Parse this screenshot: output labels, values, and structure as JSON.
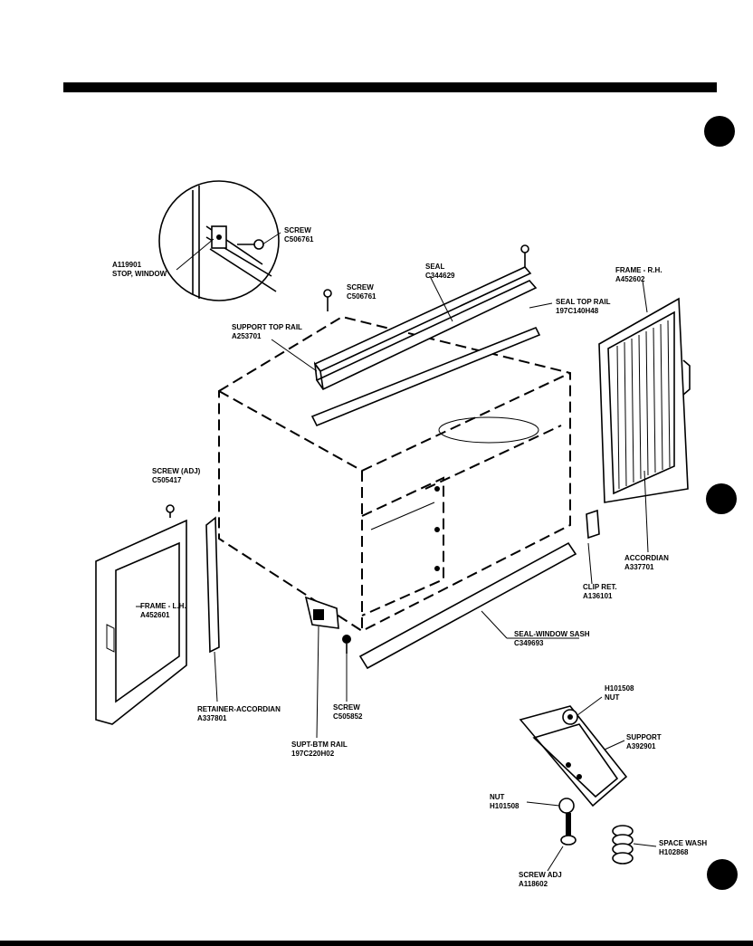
{
  "labels": {
    "a119901_stop_window": [
      "A119901",
      "STOP, WINDOW"
    ],
    "screw_c506761_inset": [
      "SCREW",
      "C506761"
    ],
    "screw_c506761_top": [
      "SCREW",
      "C506761"
    ],
    "seal_c344629": [
      "SEAL",
      "C344629"
    ],
    "seal_top_rail": [
      "SEAL   TOP RAIL",
      "197C140H48"
    ],
    "support_top_rail": [
      "SUPPORT   TOP RAIL",
      "A253701"
    ],
    "frame_rh": [
      "FRAME - R.H.",
      "A452602"
    ],
    "screw_adj_c505417": [
      "SCREW (ADJ)",
      "C505417"
    ],
    "frame_lh": [
      "FRAME - L.H.",
      "A452601"
    ],
    "accordian": [
      "ACCORDIAN",
      "A337701"
    ],
    "clip_ret": [
      "CLIP RET.",
      "A136101"
    ],
    "seal_window_sash": [
      "SEAL-WINDOW SASH",
      "C349693"
    ],
    "retainer_accordian": [
      "RETAINER-ACCORDIAN",
      "A337801"
    ],
    "screw_c505852": [
      "SCREW",
      "C505852"
    ],
    "supt_btm_rail": [
      "SUPT-BTM RAIL",
      "197C220H02"
    ],
    "nut_h101508_top": [
      "H101508",
      "NUT"
    ],
    "support_a392901": [
      "SUPPORT",
      "A392901"
    ],
    "nut_h101508_bottom": [
      "NUT",
      "H101508"
    ],
    "screw_adj_a118602": [
      "SCREW ADJ",
      "A118602"
    ],
    "space_wash_h102868": [
      "SPACE WASH",
      "H102868"
    ]
  },
  "colors": {
    "ink": "#000000",
    "paper": "#ffffff"
  }
}
